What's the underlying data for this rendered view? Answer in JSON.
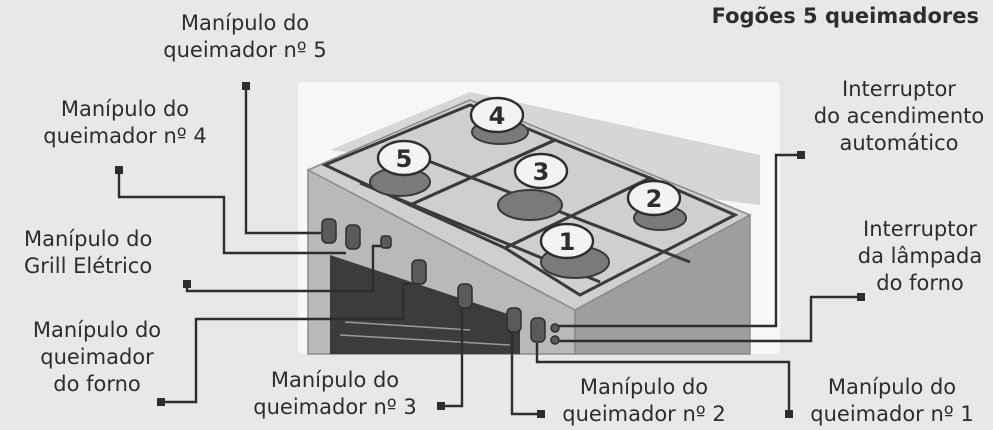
{
  "title": "Fogões 5 queimadores",
  "labels": {
    "queimador_5": [
      "Manípulo do",
      "queimador nº 5"
    ],
    "queimador_4": [
      "Manípulo do",
      "queimador nº 4"
    ],
    "grill": [
      "Manípulo do",
      "Grill Elétrico"
    ],
    "forno": [
      "Manípulo do",
      "queimador",
      "do forno"
    ],
    "queimador_3": [
      "Manípulo do",
      "queimador nº 3"
    ],
    "queimador_2": [
      "Manípulo do",
      "queimador nº 2"
    ],
    "queimador_1": [
      "Manípulo do",
      "queimador nº 1"
    ],
    "acendimento": [
      "Interruptor",
      "do acendimento",
      "automático"
    ],
    "lampada": [
      "Interruptor",
      "da lâmpada",
      "do forno"
    ]
  },
  "burners": [
    "1",
    "2",
    "3",
    "4",
    "5"
  ],
  "colors": {
    "background": "#e8e8e8",
    "text": "#2d2d2d",
    "leader": "#2d2d2d",
    "stove_steel": "#b9b9b9",
    "badge_fill": "#f3f3f3"
  }
}
